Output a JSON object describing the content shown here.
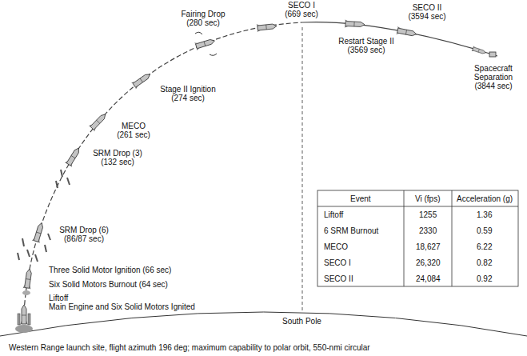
{
  "diagram": {
    "caption": "Western Range launch site, flight azimuth 196 deg; maximum capability to polar orbit, 550-nmi circular",
    "labels": [
      "SECO I (669 sec)",
      "Fairing Drop (280 sec)",
      "Stage II Ignition (274 sec)",
      "MECO (261 sec)",
      "SRM Drop (3) (132 sec)",
      "SRM Drop (6) (86/87 sec)",
      "Three Solid Motor Ignition (66 sec)",
      "Six Solid Motors Burnout (64 sec)",
      "Liftoff",
      "Main Engine and Six Solid Motors Ignited",
      "Restart Stage II (3569 sec)",
      "SECO II (3594 sec)",
      "Spacecraft Separation (3844 sec)",
      "South Pole",
      "Event",
      "Vi (fps)",
      "Acceleration (g)",
      "Liftoff",
      "1255",
      "1.36",
      "6 SRM Burnout",
      "2330",
      "0.59",
      "MECO",
      "18,627",
      "6.22",
      "SECO I",
      "26,320",
      "0.82",
      "SECO II",
      "24,084",
      "0.92"
    ]
  }
}
